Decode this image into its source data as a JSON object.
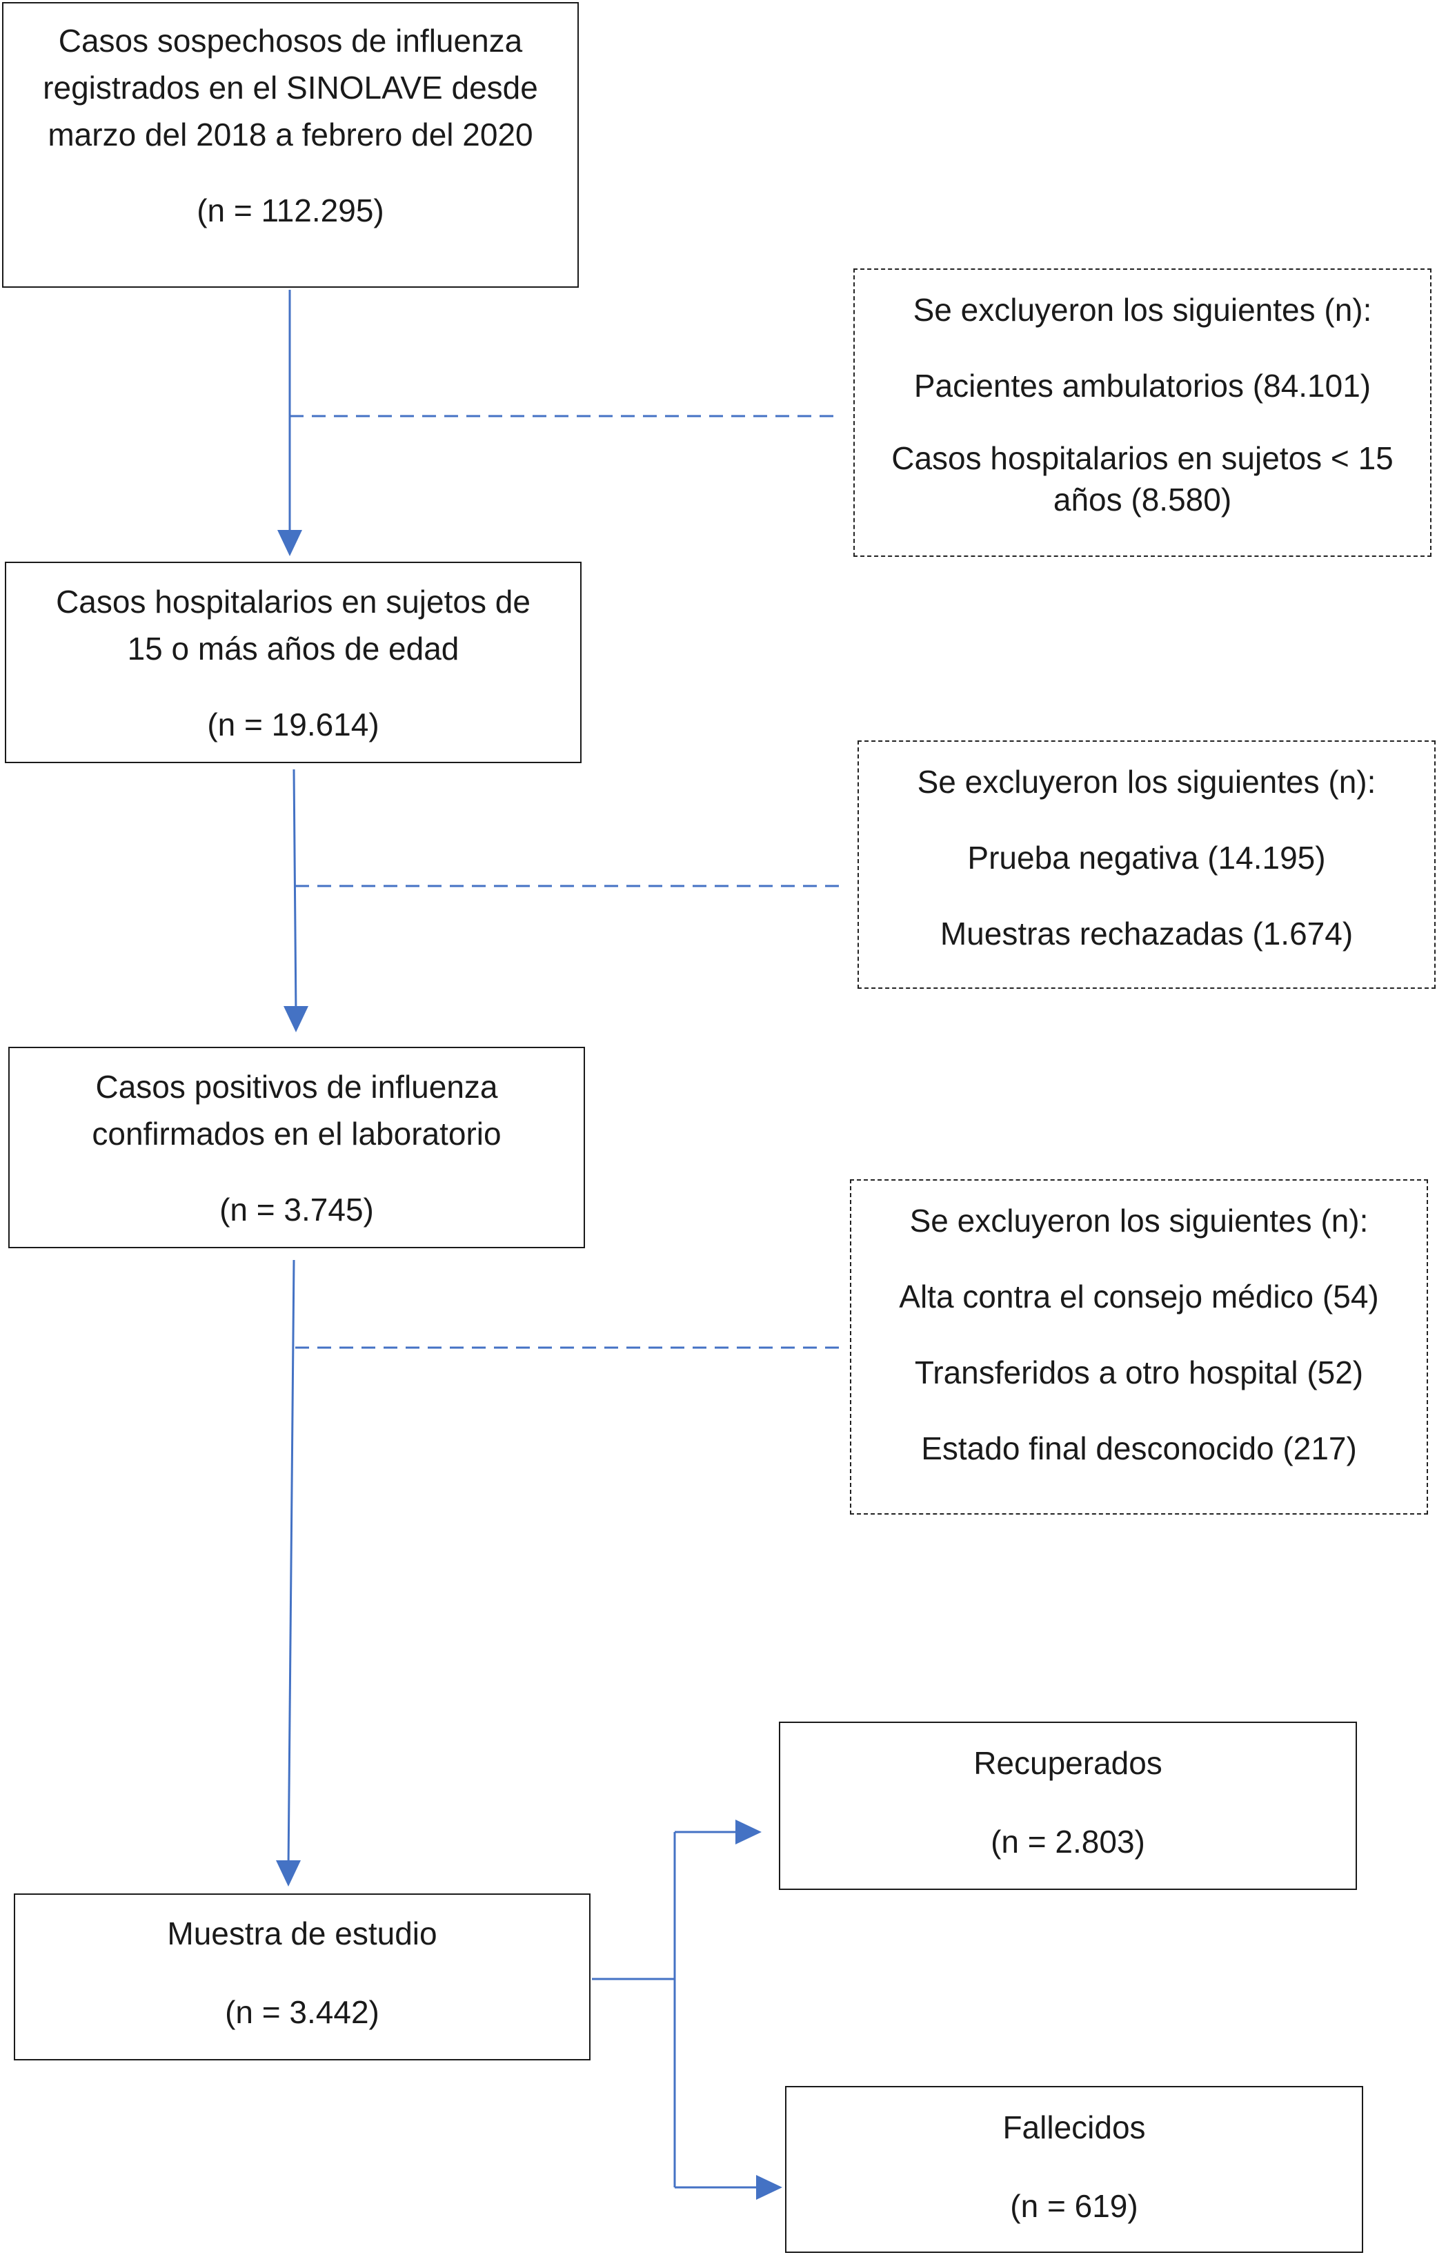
{
  "colors": {
    "connector": "#4472c4",
    "border": "#1a1a1a"
  },
  "main_boxes": [
    {
      "lines": [
        "Casos sospechosos de influenza",
        "registrados en el SINOLAVE desde",
        "marzo del 2018 a febrero del 2020"
      ],
      "count": "(n = 112.295)"
    },
    {
      "lines": [
        "Casos hospitalarios en sujetos de",
        "15 o más años de edad"
      ],
      "count": "(n = 19.614)"
    },
    {
      "lines": [
        "Casos positivos de influenza",
        "confirmados en el laboratorio"
      ],
      "count": "(n = 3.745)"
    },
    {
      "lines": [
        "Muestra de estudio"
      ],
      "count": "(n = 3.442)"
    }
  ],
  "exclusion_boxes": [
    {
      "heading": "Se excluyeron los siguientes (n):",
      "items": [
        "Pacientes ambulatorios (84.101)",
        "Casos hospitalarios en sujetos < 15",
        "años (8.580)"
      ]
    },
    {
      "heading": "Se excluyeron los siguientes (n):",
      "items": [
        "Prueba negativa (14.195)",
        "Muestras rechazadas (1.674)"
      ]
    },
    {
      "heading": "Se excluyeron los siguientes (n):",
      "items": [
        "Alta contra el consejo médico (54)",
        "Transferidos a otro hospital (52)",
        "Estado final desconocido (217)"
      ]
    }
  ],
  "outcome_boxes": [
    {
      "label": "Recuperados",
      "count": "(n = 2.803)"
    },
    {
      "label": "Fallecidos",
      "count": "(n = 619)"
    }
  ]
}
